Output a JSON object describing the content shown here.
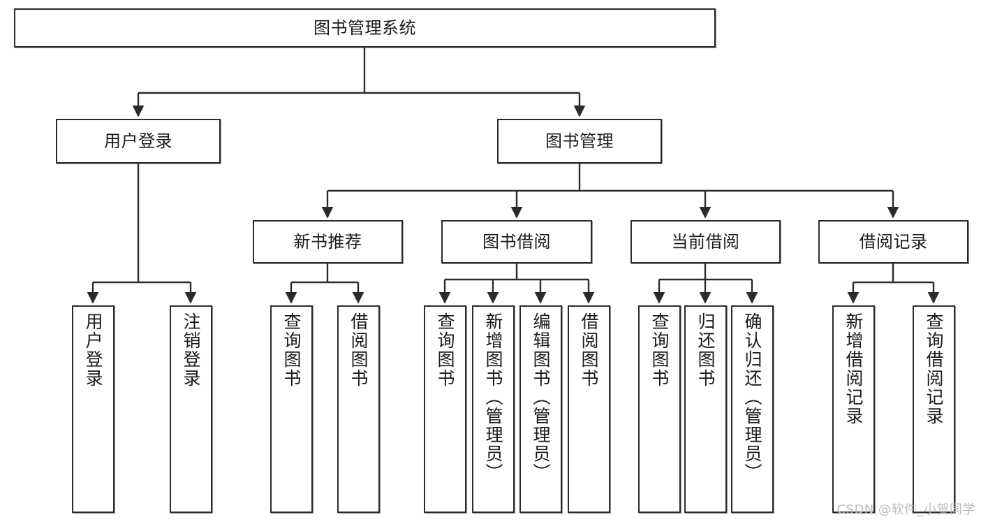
{
  "diagram": {
    "title": "图书管理系统",
    "watermark": "CSDN @软件_小贺同学",
    "colors": {
      "node_border": "#2b2b2b",
      "node_fill": "#ffffff",
      "edge": "#2b2b2b",
      "background": "#ffffff",
      "watermark": "#bdbdbd"
    },
    "nodes": {
      "root": {
        "label": "图书管理系统",
        "level": 1,
        "orientation": "horizontal"
      },
      "user_login": {
        "label": "用户登录",
        "level": 2,
        "orientation": "horizontal"
      },
      "book_manage": {
        "label": "图书管理",
        "level": 2,
        "orientation": "horizontal"
      },
      "new_book_rec": {
        "label": "新书推荐",
        "level": 3,
        "orientation": "horizontal"
      },
      "book_borrow": {
        "label": "图书借阅",
        "level": 3,
        "orientation": "horizontal"
      },
      "current_borrow": {
        "label": "当前借阅",
        "level": 3,
        "orientation": "horizontal"
      },
      "borrow_record": {
        "label": "借阅记录",
        "level": 3,
        "orientation": "horizontal"
      },
      "leaf_user_login": {
        "label": "用户登录",
        "level": 4,
        "orientation": "vertical"
      },
      "leaf_logout": {
        "label": "注销登录",
        "level": 4,
        "orientation": "vertical"
      },
      "leaf_query_book_a": {
        "label": "查询图书",
        "level": 4,
        "orientation": "vertical"
      },
      "leaf_borrow_book_a": {
        "label": "借阅图书",
        "level": 4,
        "orientation": "vertical"
      },
      "leaf_query_book_b": {
        "label": "查询图书",
        "level": 4,
        "orientation": "vertical"
      },
      "leaf_add_book": {
        "label": "新增图书（管理员）",
        "level": 4,
        "orientation": "vertical"
      },
      "leaf_edit_book": {
        "label": "编辑图书（管理员）",
        "level": 4,
        "orientation": "vertical"
      },
      "leaf_borrow_book_b": {
        "label": "借阅图书",
        "level": 4,
        "orientation": "vertical"
      },
      "leaf_query_book_c": {
        "label": "查询图书",
        "level": 4,
        "orientation": "vertical"
      },
      "leaf_return_book": {
        "label": "归还图书",
        "level": 4,
        "orientation": "vertical"
      },
      "leaf_confirm_return": {
        "label": "确认归还（管理员）",
        "level": 4,
        "orientation": "vertical"
      },
      "leaf_add_record": {
        "label": "新增借阅记录",
        "level": 4,
        "orientation": "vertical"
      },
      "leaf_query_record": {
        "label": "查询借阅记录",
        "level": 4,
        "orientation": "vertical"
      }
    },
    "edges": [
      {
        "from": "root",
        "to": "user_login"
      },
      {
        "from": "root",
        "to": "book_manage"
      },
      {
        "from": "user_login",
        "to": "leaf_user_login"
      },
      {
        "from": "user_login",
        "to": "leaf_logout"
      },
      {
        "from": "book_manage",
        "to": "new_book_rec"
      },
      {
        "from": "book_manage",
        "to": "book_borrow"
      },
      {
        "from": "book_manage",
        "to": "current_borrow"
      },
      {
        "from": "book_manage",
        "to": "borrow_record"
      },
      {
        "from": "new_book_rec",
        "to": "leaf_query_book_a"
      },
      {
        "from": "new_book_rec",
        "to": "leaf_borrow_book_a"
      },
      {
        "from": "book_borrow",
        "to": "leaf_query_book_b"
      },
      {
        "from": "book_borrow",
        "to": "leaf_add_book"
      },
      {
        "from": "book_borrow",
        "to": "leaf_edit_book"
      },
      {
        "from": "book_borrow",
        "to": "leaf_borrow_book_b"
      },
      {
        "from": "current_borrow",
        "to": "leaf_query_book_c"
      },
      {
        "from": "current_borrow",
        "to": "leaf_return_book"
      },
      {
        "from": "current_borrow",
        "to": "leaf_confirm_return"
      },
      {
        "from": "borrow_record",
        "to": "leaf_add_record"
      },
      {
        "from": "borrow_record",
        "to": "leaf_query_record"
      }
    ]
  }
}
